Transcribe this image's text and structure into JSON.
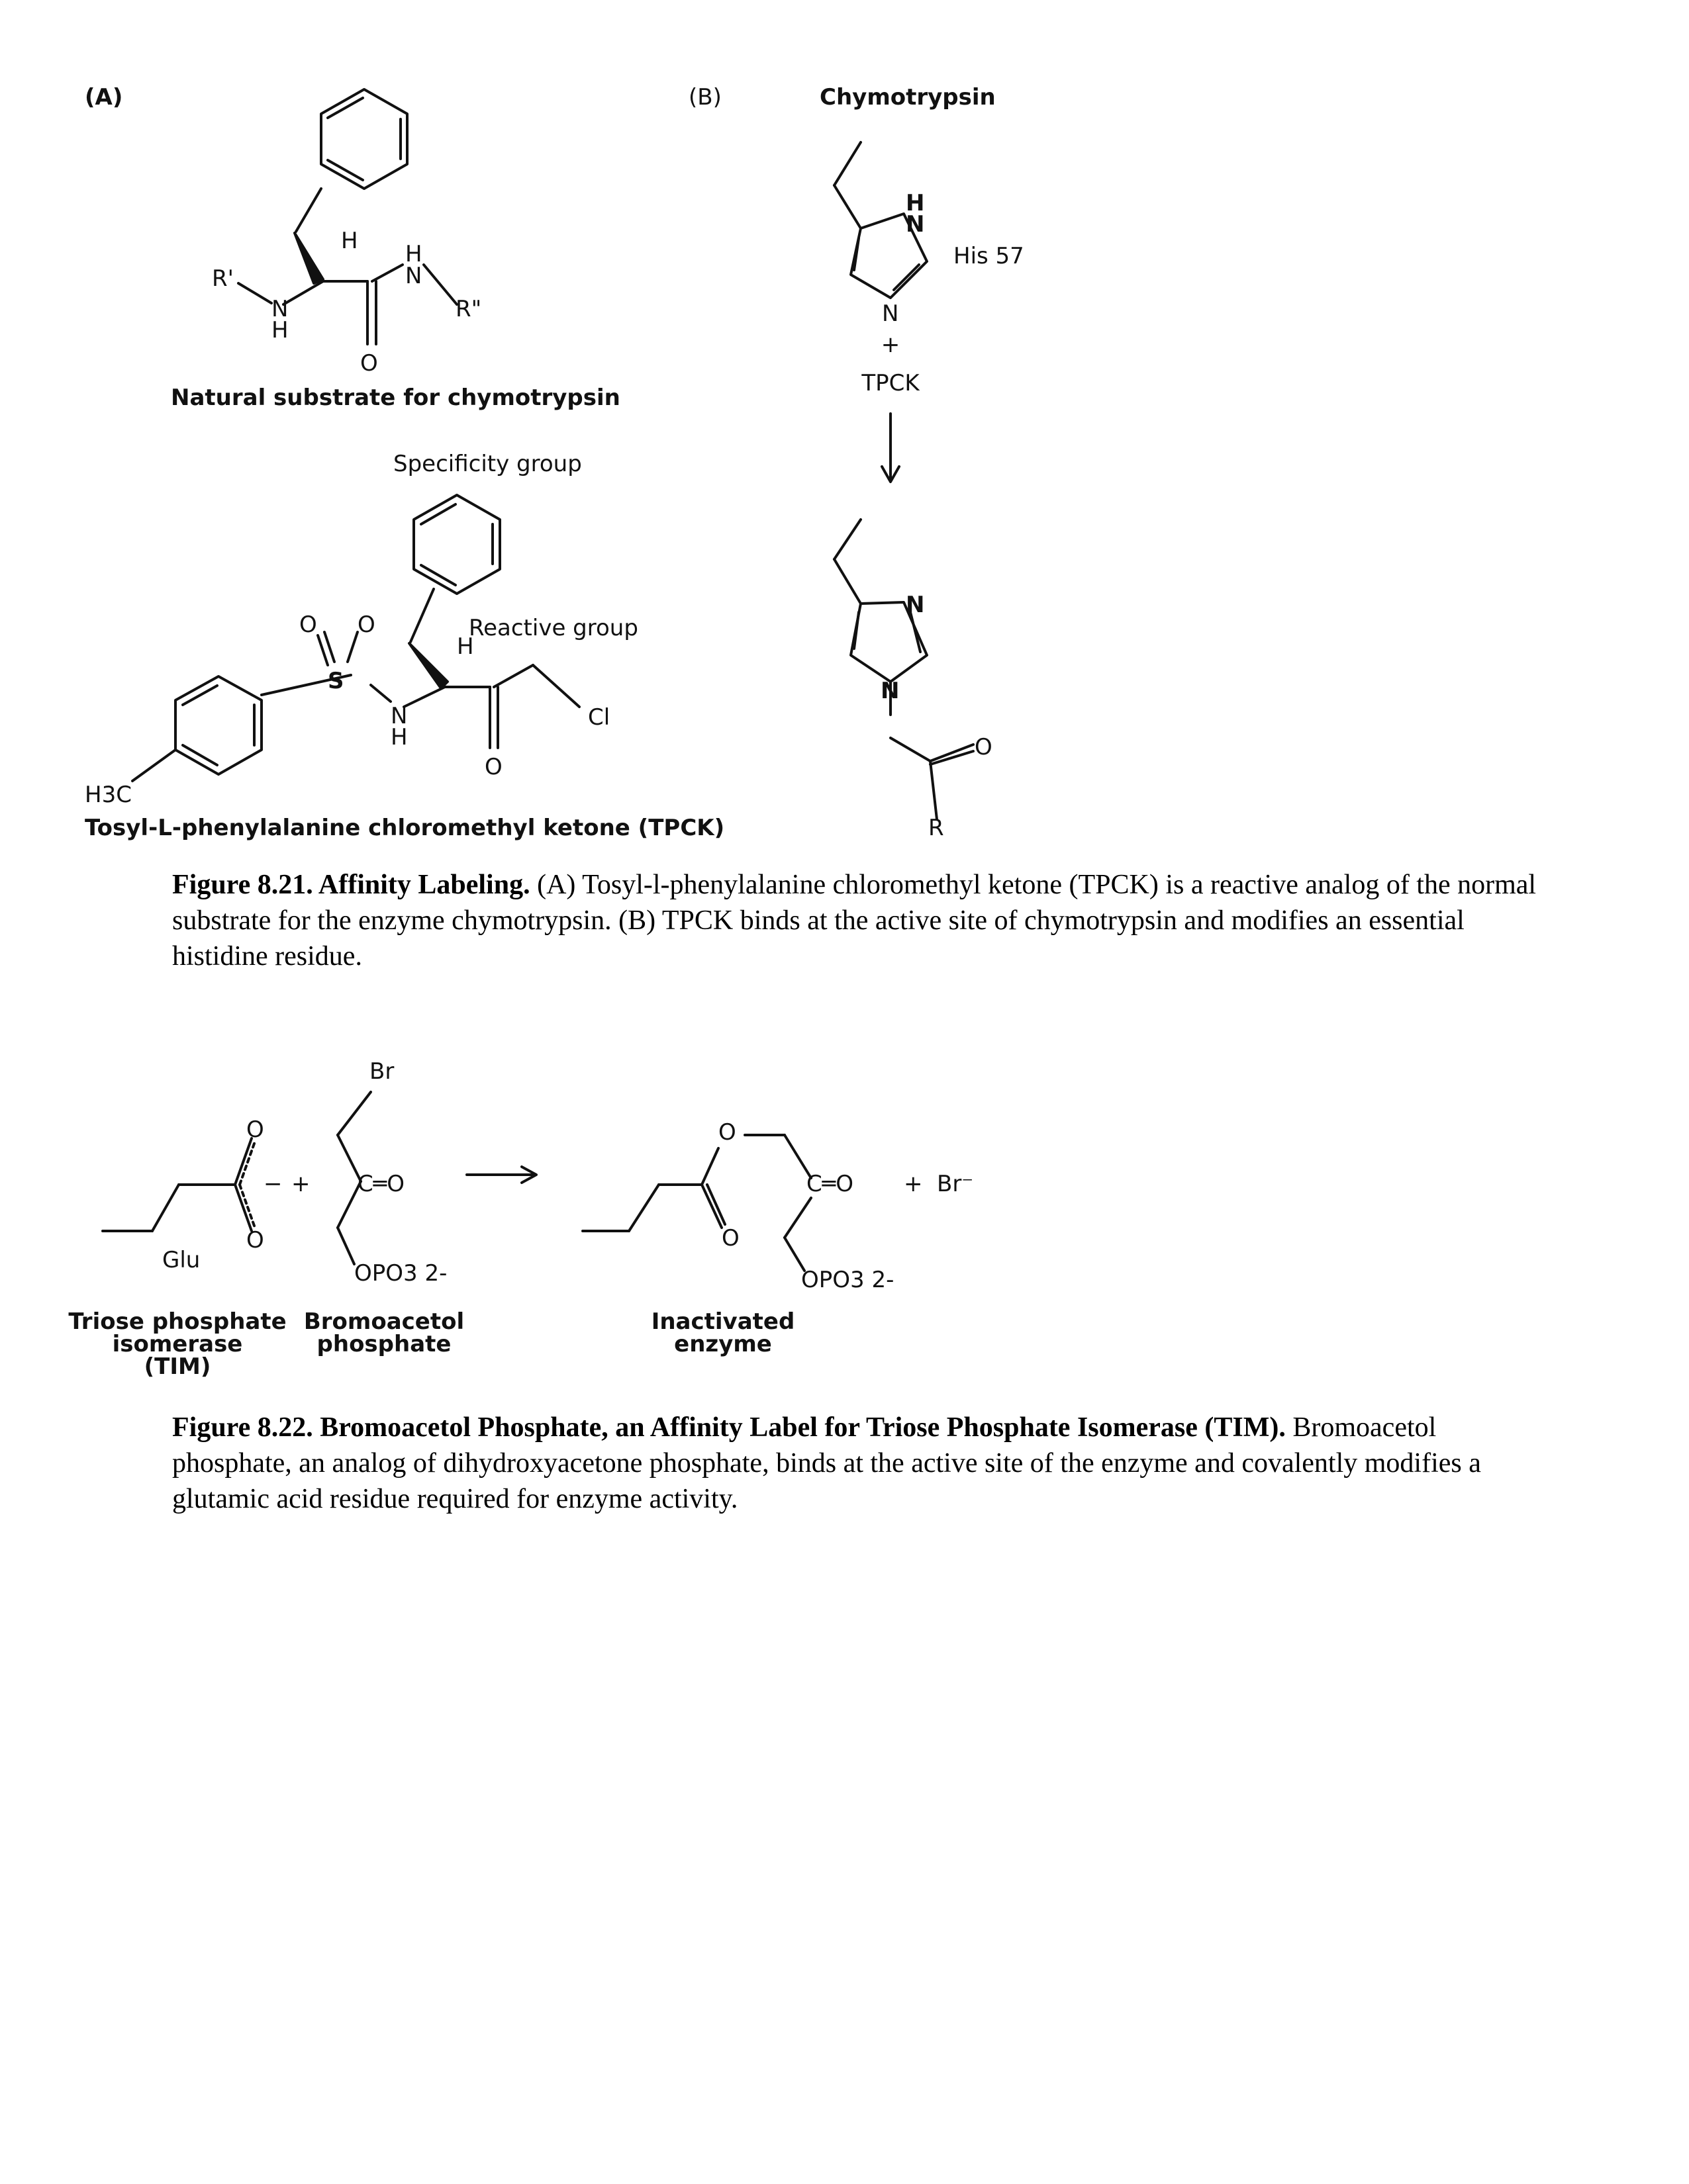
{
  "figure_8_21": {
    "panel_a": {
      "label": "(A)",
      "substrate": {
        "h_top": "H",
        "r_left": "R'",
        "n_left": "N",
        "h_below_n": "H",
        "h_above_n": "H",
        "n_right": "N",
        "r_right": "R\"",
        "o": "O",
        "name": "Natural substrate for chymotrypsin"
      },
      "tpck": {
        "specificity": "Specificity group",
        "reactive": "Reactive group",
        "h_top": "H",
        "o1": "O",
        "o2": "O",
        "s": "S",
        "n": "N",
        "h_n": "H",
        "cl": "Cl",
        "o": "O",
        "methyl": "H3C",
        "name": "Tosyl-L-phenylalanine chloromethyl ketone (TPCK)"
      }
    },
    "panel_b": {
      "label": "(B)",
      "title": "Chymotrypsin",
      "his_h": "H",
      "his_n1": "N",
      "his_n2": "N",
      "his_label": "His 57",
      "plus": "+",
      "tpck": "TPCK",
      "prod_n1": "N",
      "prod_n2": "N",
      "o": "O",
      "r": "R"
    },
    "caption": {
      "title": "Figure 8.21. Affinity Labeling.",
      "text": " (A) Tosyl-l-phenylalanine chloromethyl ketone (TPCK) is a reactive analog of the normal substrate for the enzyme chymotrypsin. (B) TPCK binds at the active site of chymotrypsin and modifies an essential histidine residue."
    }
  },
  "figure_8_22": {
    "glu": {
      "o_top": "O",
      "minus": "−",
      "o_bottom": "O",
      "label": "Glu"
    },
    "plus1": "+",
    "bap": {
      "br": "Br",
      "co": "C═O",
      "opo3": "OPO3 2-"
    },
    "prod": {
      "o_ester": "O",
      "co": "C═O",
      "o_bottom": "O",
      "opo3": "OPO3 2-"
    },
    "plus2": "+",
    "br_ion": "Br⁻",
    "names": {
      "tim": [
        "Triose phosphate",
        "isomerase",
        "(TIM)"
      ],
      "bap": [
        "Bromoacetol",
        "phosphate"
      ],
      "inactivated": [
        "Inactivated",
        "enzyme"
      ]
    },
    "caption": {
      "title": "Figure 8.22. Bromoacetol Phosphate, an Affinity Label for Triose Phosphate Isomerase (TIM).",
      "text": " Bromoacetol phosphate, an analog of dihydroxyacetone phosphate, binds at the active site of the enzyme and covalently modifies a glutamic acid residue required for enzyme activity."
    }
  }
}
